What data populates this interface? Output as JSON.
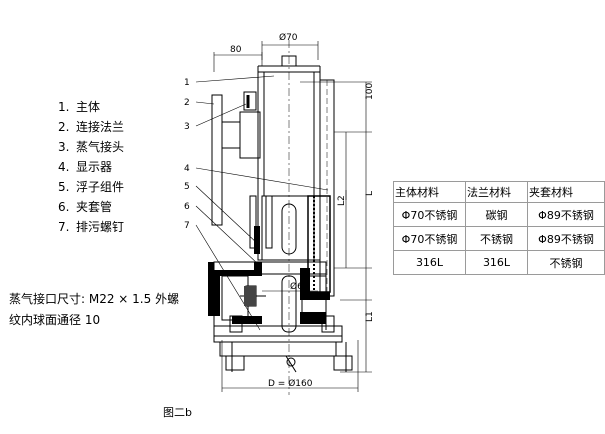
{
  "parts_list": [
    {
      "num": "1.",
      "label": "主体"
    },
    {
      "num": "2.",
      "label": "连接法兰"
    },
    {
      "num": "3.",
      "label": "蒸气接头"
    },
    {
      "num": "4.",
      "label": "显示器"
    },
    {
      "num": "5.",
      "label": "浮子组件"
    },
    {
      "num": "6.",
      "label": "夹套管"
    },
    {
      "num": "7.",
      "label": "排污螺钉"
    }
  ],
  "steam_note": {
    "line1": "蒸气接口尺寸:  M22 × 1.5 外螺",
    "line2": "纹内球面通径 10"
  },
  "dimensions": {
    "top_width": "80",
    "top_diameter": "Ø70",
    "height_100": "100",
    "L2": "L2",
    "L": "L",
    "L1": "L1",
    "inner_diameter": "Ø60",
    "base_diameter": "D = Ø160"
  },
  "callouts": [
    "1",
    "2",
    "3",
    "4",
    "5",
    "6",
    "7"
  ],
  "materials_table": {
    "headers": [
      "主体材料",
      "法兰材料",
      "夹套材料"
    ],
    "rows": [
      [
        "Φ70不锈钢",
        "碳钢",
        "Φ89不锈钢"
      ],
      [
        "Φ70不锈钢",
        "不锈钢",
        "Φ89不锈钢"
      ],
      [
        "316L",
        "316L",
        "不锈钢"
      ]
    ]
  },
  "caption": "图二b"
}
